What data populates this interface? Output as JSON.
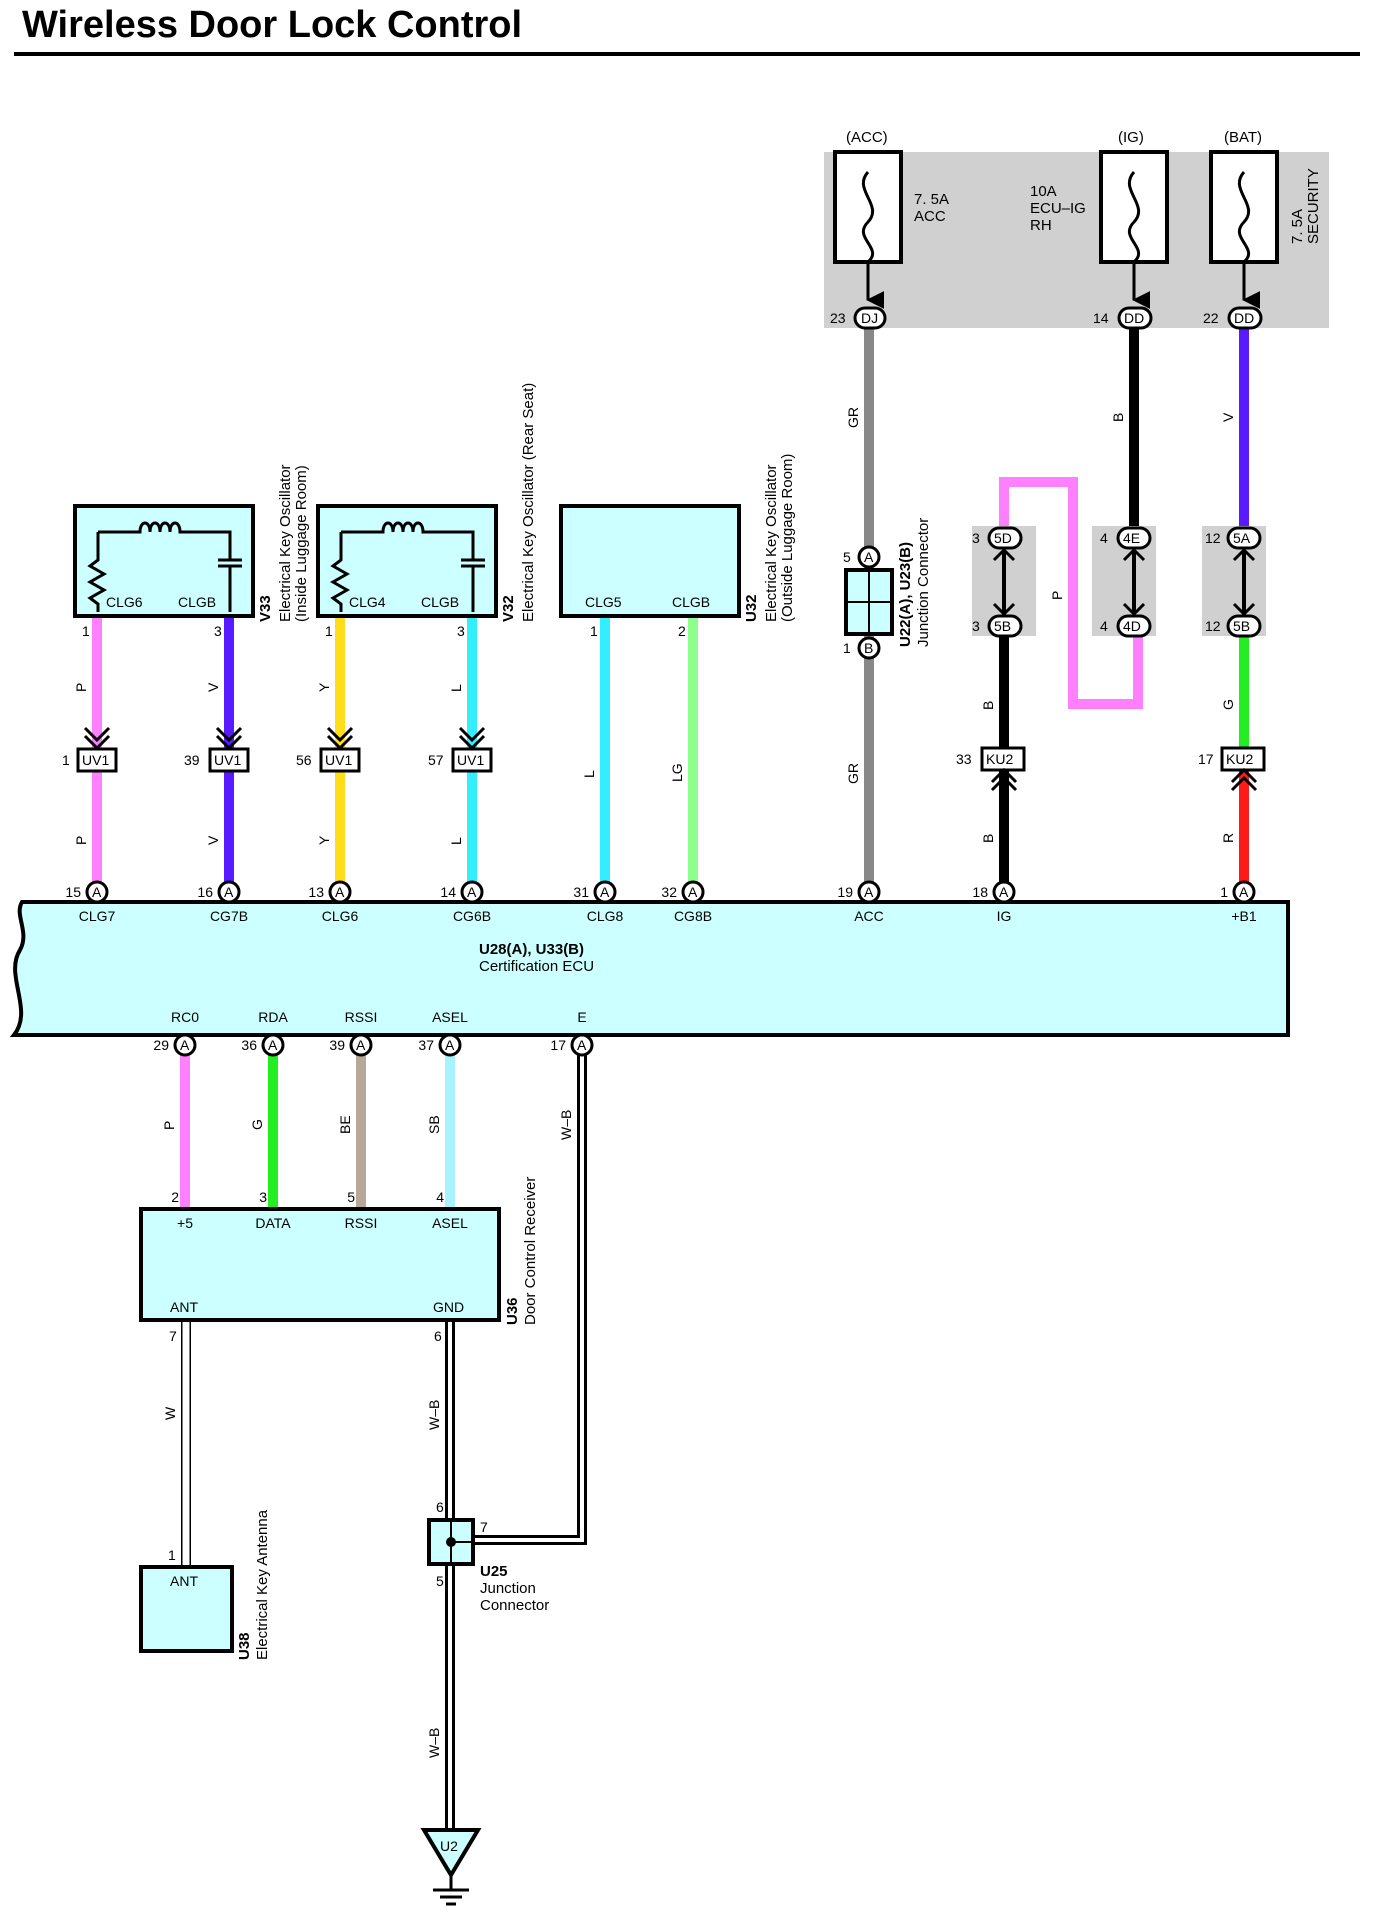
{
  "title": "Wireless Door Lock Control",
  "colors": {
    "P": "#ff80ff",
    "V": "#5a1aff",
    "Y": "#ffdd1a",
    "L": "#33eeff",
    "LG": "#8cff8c",
    "GR": "#888888",
    "B": "#000000",
    "G": "#22ee22",
    "R": "#ff1a1a",
    "BE": "#b8a898",
    "SB": "#a8f2ff",
    "W": "#ffffff",
    "box": "#ccffff",
    "fusebox": "#d0d0d0"
  },
  "sources": {
    "acc": "(ACC)",
    "ig": "(IG)",
    "bat": "(BAT)"
  },
  "fuses": {
    "acc": {
      "l1": "7. 5A",
      "l2": "ACC"
    },
    "ig": {
      "l1": "10A",
      "l2": "ECU–IG",
      "l3": "RH"
    },
    "bat": {
      "l1": "7. 5A",
      "l2": "SECURITY"
    }
  },
  "fuse_conns": {
    "acc": {
      "pin": "23",
      "c": "DJ"
    },
    "ig": {
      "pin": "14",
      "c": "DD"
    },
    "bat": {
      "pin": "22",
      "c": "DD"
    }
  },
  "osc1": {
    "code": "V33",
    "name1": "Electrical Key Oscillator",
    "name2": "(Inside Luggage Room)",
    "t1": "CLG6",
    "t2": "CLGB",
    "p1": "1",
    "p2": "3"
  },
  "osc2": {
    "code": "V32",
    "name1": "Electrical Key Oscillator (Rear Seat)",
    "t1": "CLG4",
    "t2": "CLGB",
    "p1": "1",
    "p2": "3"
  },
  "osc3": {
    "code": "U32",
    "name1": "Electrical Key Oscillator",
    "name2": "(Outside Luggage Room)",
    "t1": "CLG5",
    "t2": "CLGB",
    "p1": "1",
    "p2": "2"
  },
  "wires": {
    "w1a": "P",
    "w1b": "P",
    "w2a": "V",
    "w2b": "V",
    "w3a": "Y",
    "w3b": "Y",
    "w4a": "L",
    "w4b": "L",
    "w5": "L",
    "w6": "LG",
    "acc1": "GR",
    "acc2": "GR",
    "ig1": "B",
    "igP": "P",
    "ig2": "B",
    "ig3": "B",
    "bat1": "V",
    "bat2": "G",
    "bat3": "R",
    "rc0": "P",
    "rda": "G",
    "rssi": "BE",
    "asel": "SB",
    "e": "W–B",
    "ant": "W",
    "gnd1": "W–B",
    "gnd2": "W–B"
  },
  "uv1": {
    "c": "UV1",
    "p1": "1",
    "p2": "39",
    "p3": "56",
    "p4": "57"
  },
  "ku2": {
    "c": "KU2",
    "pa": "33",
    "pb": "17"
  },
  "jc": {
    "name1": "U22(A), U23(B)",
    "name2": "Junction Connector",
    "ptop": "5",
    "ctop": "A",
    "pbot": "1",
    "cbot": "B"
  },
  "ij": {
    "a_ptop": "3",
    "a_ctop": "5D",
    "a_pbot": "3",
    "a_cbot": "5B",
    "b_ptop": "4",
    "b_ctop": "4E",
    "b_pbot": "4",
    "b_cbot": "4D",
    "c_ptop": "12",
    "c_ctop": "5A",
    "c_pbot": "12",
    "c_cbot": "5B"
  },
  "ecu": {
    "name1": "U28(A), U33(B)",
    "name2": "Certification ECU",
    "top_pins": [
      "15",
      "16",
      "13",
      "14",
      "31",
      "32",
      "19",
      "18",
      "1"
    ],
    "top_terms": [
      "CLG7",
      "CG7B",
      "CLG6",
      "CG6B",
      "CLG8",
      "CG8B",
      "ACC",
      "IG",
      "+B1"
    ],
    "bot_pins": [
      "29",
      "36",
      "39",
      "37",
      "17"
    ],
    "bot_terms": [
      "RC0",
      "RDA",
      "RSSI",
      "ASEL",
      "E"
    ],
    "conn": "A"
  },
  "receiver": {
    "code": "U36",
    "name": "Door Control Receiver",
    "pins": [
      "2",
      "3",
      "5",
      "4"
    ],
    "terms": [
      "+5",
      "DATA",
      "RSSI",
      "ASEL"
    ],
    "ant": "ANT",
    "gnd": "GND",
    "p_ant": "7",
    "p_gnd": "6"
  },
  "antenna": {
    "code": "U38",
    "name": "Electrical Key Antenna",
    "term": "ANT",
    "pin": "1"
  },
  "u25": {
    "code": "U25",
    "name1": "Junction",
    "name2": "Connector",
    "p_top": "6",
    "p_side": "7",
    "p_bot": "5"
  },
  "ground": {
    "c": "U2"
  }
}
